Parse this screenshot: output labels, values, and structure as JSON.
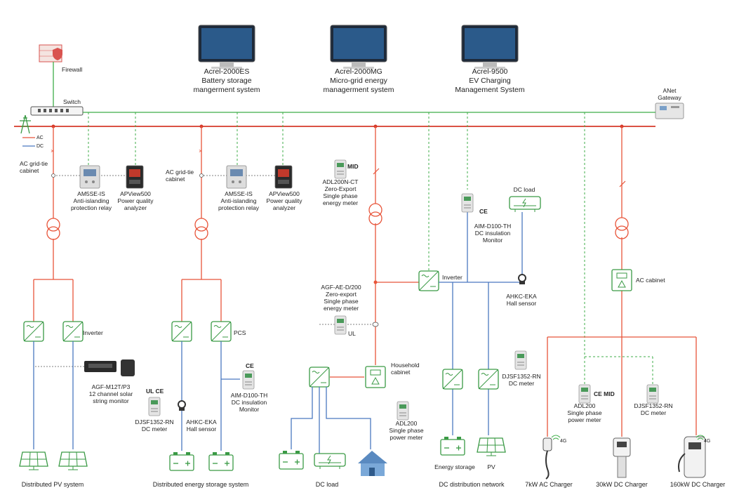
{
  "systems": [
    {
      "name": "Acrel-2000ES",
      "desc": "Battery storage\nmangerment system"
    },
    {
      "name": "Acrel-2000MG",
      "desc": "Micro-grid energy\nmanagerment system"
    },
    {
      "name": "Acrel-9500",
      "desc": "EV Charging\nManagement System"
    }
  ],
  "network": {
    "firewall": "Firewall",
    "switch": "Switch",
    "gateway": "ANet\nGateway"
  },
  "legend": {
    "ac": "AC",
    "dc": "DC"
  },
  "labels": {
    "ac_cabinet_1": "AC grid-tie\ncabinet",
    "ac_cabinet_2": "AC grid-tie\ncabinet",
    "relay_1": "AM5SE-IS\nAnti-islanding\nprotection relay",
    "analyzer_1": "APView500\nPower quality\nanalyzer",
    "relay_2": "AM5SE-IS\nAnti-islanding\nprotection relay",
    "analyzer_2": "APView500\nPower quality\nanalyzer",
    "adl200n": "ADL200N-CT\nZero-Export\nSingle phase\nenergy meter",
    "mid_1": "MID",
    "dc_load_top": "DC load",
    "aim_top": "AIM-D100-TH\nDC insulation\nMonitor",
    "ce_1": "CE",
    "inverter_1": "Inverter",
    "inverter_dc": "Inverter",
    "ahkc_top": "AHKC-EKA\nHall sensor",
    "ac_cabinet_ev": "AC  cabinet",
    "agf_ae": "AGF-AE-D/200\nZero-export\nSingle phase\nenergy meter",
    "ul_1": "UL",
    "household": "Household\ncabinet",
    "adl200_home": "ADL200\nSingle phase\npower meter",
    "pcs": "PCS",
    "ce_2": "CE",
    "aim_bottom": "AIM-D100-TH\nDC insulation\nMonitor",
    "ulce": "UL CE",
    "djsf_1": "DJSF1352-RN\nDC meter",
    "ahkc_bottom": "AHKC-EKA\nHall sensor",
    "agf_m12": "AGF-M12T/P3\n12 channel solar\nstring monitor",
    "djsf_2": "DJSF1352-RN\nDC meter",
    "energy_storage": "Energy storage",
    "pv": "PV",
    "cemid": "CE MID",
    "adl200_ev": "ADL200\nSingle phase\npower meter",
    "djsf_3": "DJSF1352-RN\nDC meter",
    "g4_1": "4G",
    "g4_2": "4G"
  },
  "bottom_labels": {
    "pv_system": "Distributed PV system",
    "storage_system": "Distributed energy storage system",
    "dc_load": "DC load",
    "dc_network": "DC distribution network",
    "ac_charger": "7kW AC Charger",
    "dc_30": "30kW DC Charger",
    "dc_160": "160kW DC Charger"
  },
  "colors": {
    "ac_line": "#e8553a",
    "dc_line": "#4a78c0",
    "comm_line": "#3fae49",
    "device_green": "#3a9a45",
    "bus_red": "#d63a2a"
  }
}
